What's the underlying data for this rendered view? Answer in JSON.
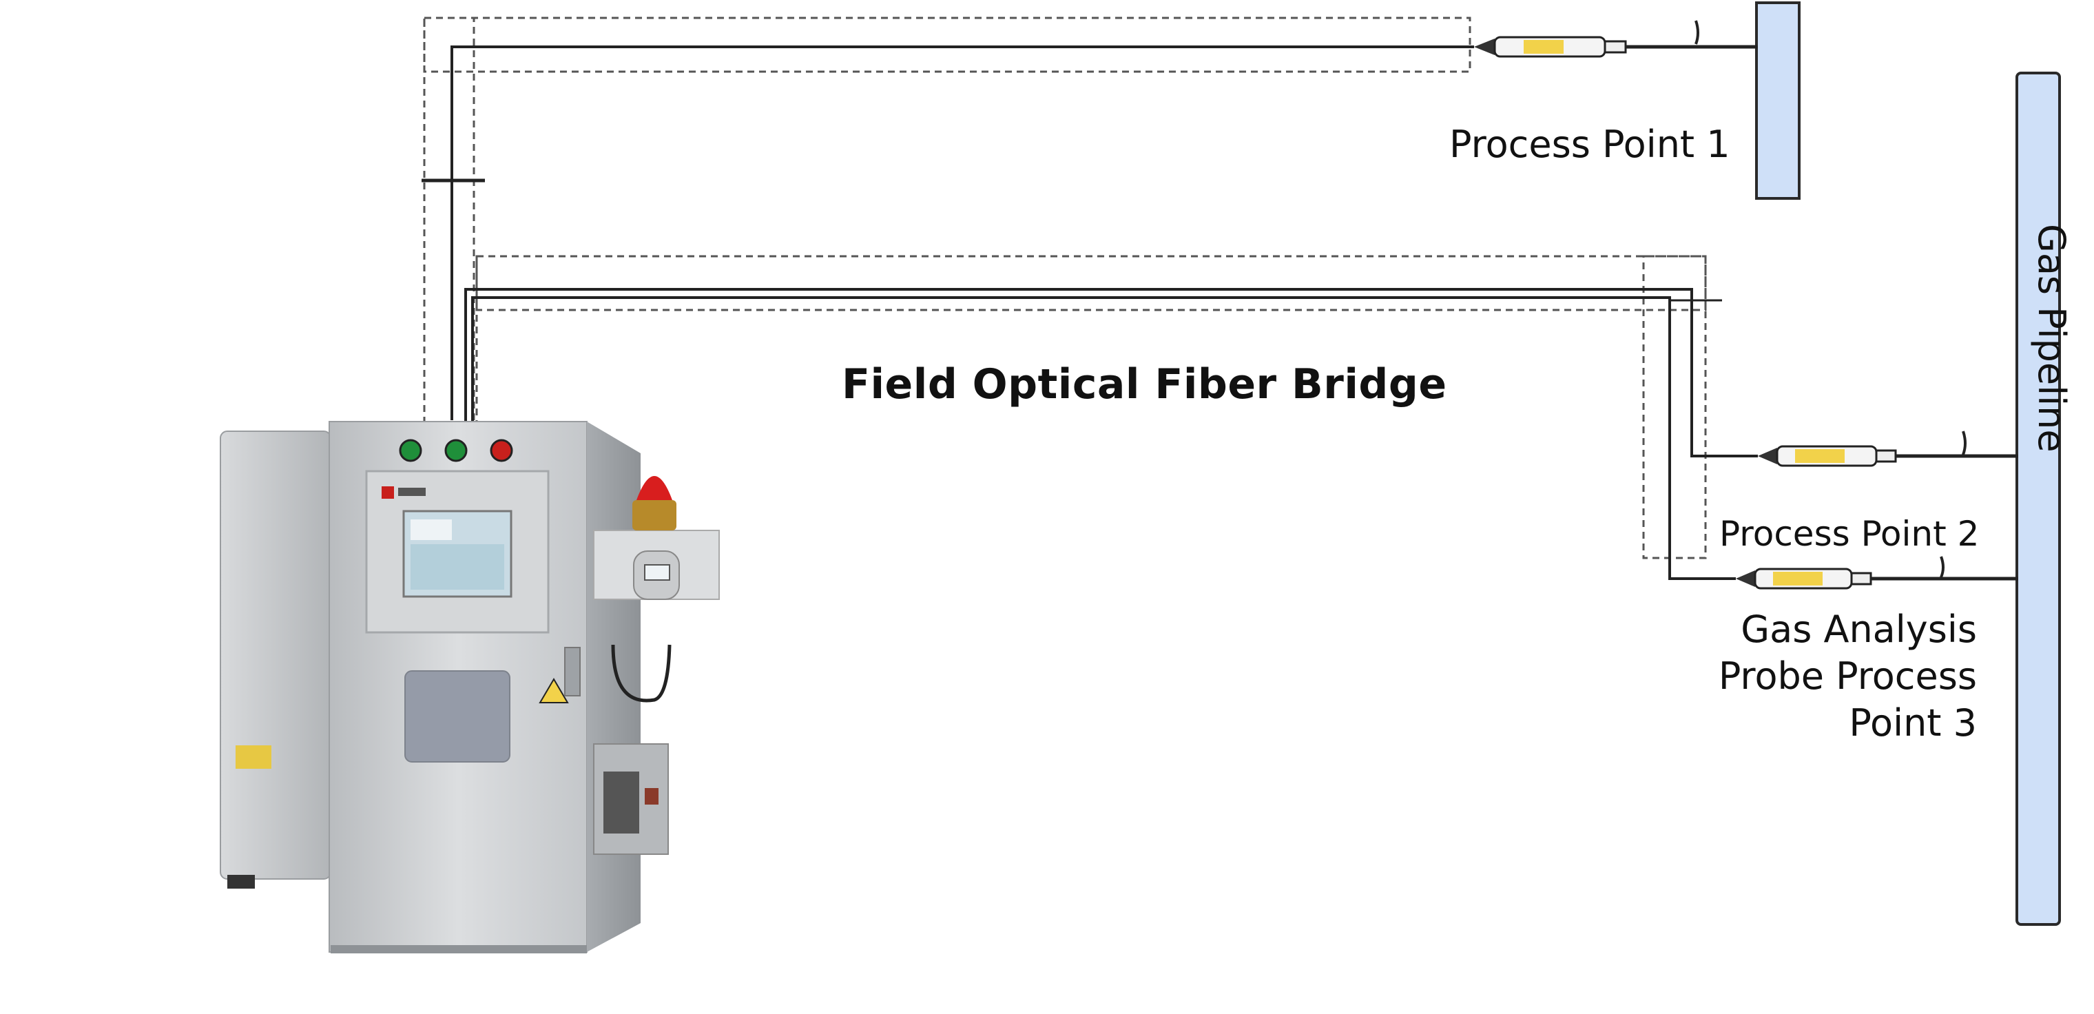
{
  "labels": {
    "bridge": "Field Optical Fiber Bridge",
    "process_point_1": "Process Point 1",
    "process_point_2": "Process Point 2",
    "process_point_3": "Gas Analysis Probe Process Point 3",
    "pipeline": "Gas Pipeline"
  },
  "colors": {
    "pipeline_fill": "#cfe0f8",
    "pipeline_stroke": "#2a2a2a",
    "cabinet_body": "#c9cbcd",
    "cabinet_shadow": "#9ea2a6",
    "probe_yellow": "#f2d24a",
    "button_green": "#1f8f3a",
    "button_red": "#c8201c",
    "beacon_red": "#d81e1e",
    "beacon_base": "#b78a2a",
    "dashed": "#555555",
    "fiber": "#222222"
  },
  "icons": [
    "analyzer-cabinet-icon",
    "warning-triangle-icon",
    "beacon-light-icon",
    "gas-probe-icon"
  ]
}
